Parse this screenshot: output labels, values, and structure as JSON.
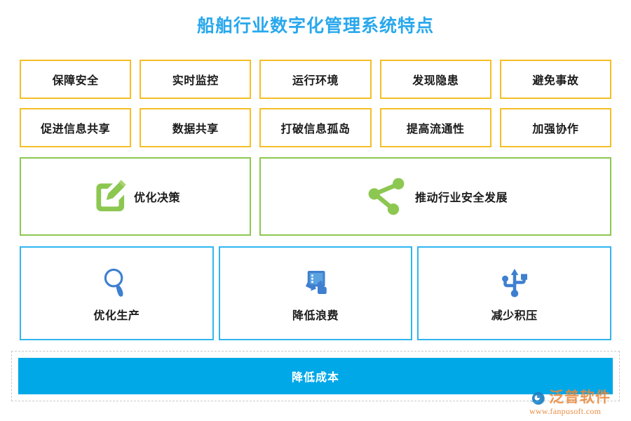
{
  "title": "船舶行业数字化管理系统特点",
  "colors": {
    "title_blue": "#29A8EC",
    "amber_border": "#F5BE26",
    "green_border": "#8CC751",
    "green_icon": "#8CC751",
    "blue_border": "#2FB6F0",
    "blue_icon": "#3E7FD0",
    "footer_blue": "#00A8E8",
    "watermark_orange": "#E8883A",
    "dashed_border": "#c9c9c9"
  },
  "amber_rows": [
    {
      "items": [
        {
          "label": "保障安全"
        },
        {
          "label": "实时监控"
        },
        {
          "label": "运行环境"
        },
        {
          "label": "发现隐患"
        },
        {
          "label": "避免事故"
        }
      ]
    },
    {
      "items": [
        {
          "label": "促进信息共享"
        },
        {
          "label": "数据共享"
        },
        {
          "label": "打破信息孤岛"
        },
        {
          "label": "提高流通性"
        },
        {
          "label": "加强协作"
        }
      ]
    }
  ],
  "green_row": {
    "items": [
      {
        "label": "优化决策",
        "icon": "edit-pencil-icon"
      },
      {
        "label": "推动行业安全发展",
        "icon": "share-nodes-icon"
      }
    ]
  },
  "blue_row": {
    "items": [
      {
        "label": "优化生产",
        "icon": "magnifier-icon"
      },
      {
        "label": "降低浪费",
        "icon": "tablet-hand-icon"
      },
      {
        "label": "减少积压",
        "icon": "usb-icon"
      }
    ]
  },
  "footer": {
    "label": "降低成本"
  },
  "watermark": {
    "brand": "泛普软件",
    "url": "www.fanpusoft.com",
    "icon": "fanpu-logo-icon"
  }
}
